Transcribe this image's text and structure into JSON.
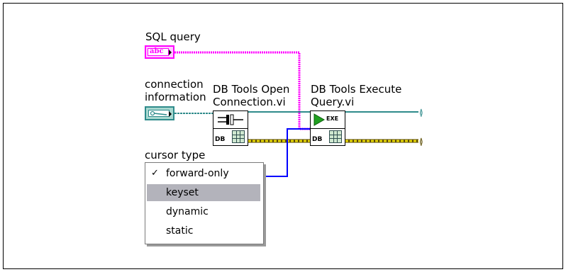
{
  "labels": {
    "sql_query": "SQL query",
    "connection_information_1": "connection",
    "connection_information_2": "information",
    "open_connection_1": "DB Tools Open",
    "open_connection_2": "Connection.vi",
    "execute_query_1": "DB Tools Execute",
    "execute_query_2": "Query.vi",
    "cursor_type": "cursor type"
  },
  "terminals": {
    "string_constant_text": "abc",
    "exe_text": "EXE",
    "db_text": "DB"
  },
  "cursor_menu": {
    "items": [
      {
        "label": "forward-only",
        "checked": true
      },
      {
        "label": "keyset",
        "selected": true
      },
      {
        "label": "dynamic"
      },
      {
        "label": "static"
      }
    ]
  },
  "colors": {
    "string_wire": "#ff00ff",
    "refnum_wire": "#2e8b8b",
    "error_wire_yellow": "#e8d800",
    "error_wire_dark": "#5a4a00",
    "enum_wire": "#0000ff",
    "menu_highlight": "#b3b3bb"
  }
}
